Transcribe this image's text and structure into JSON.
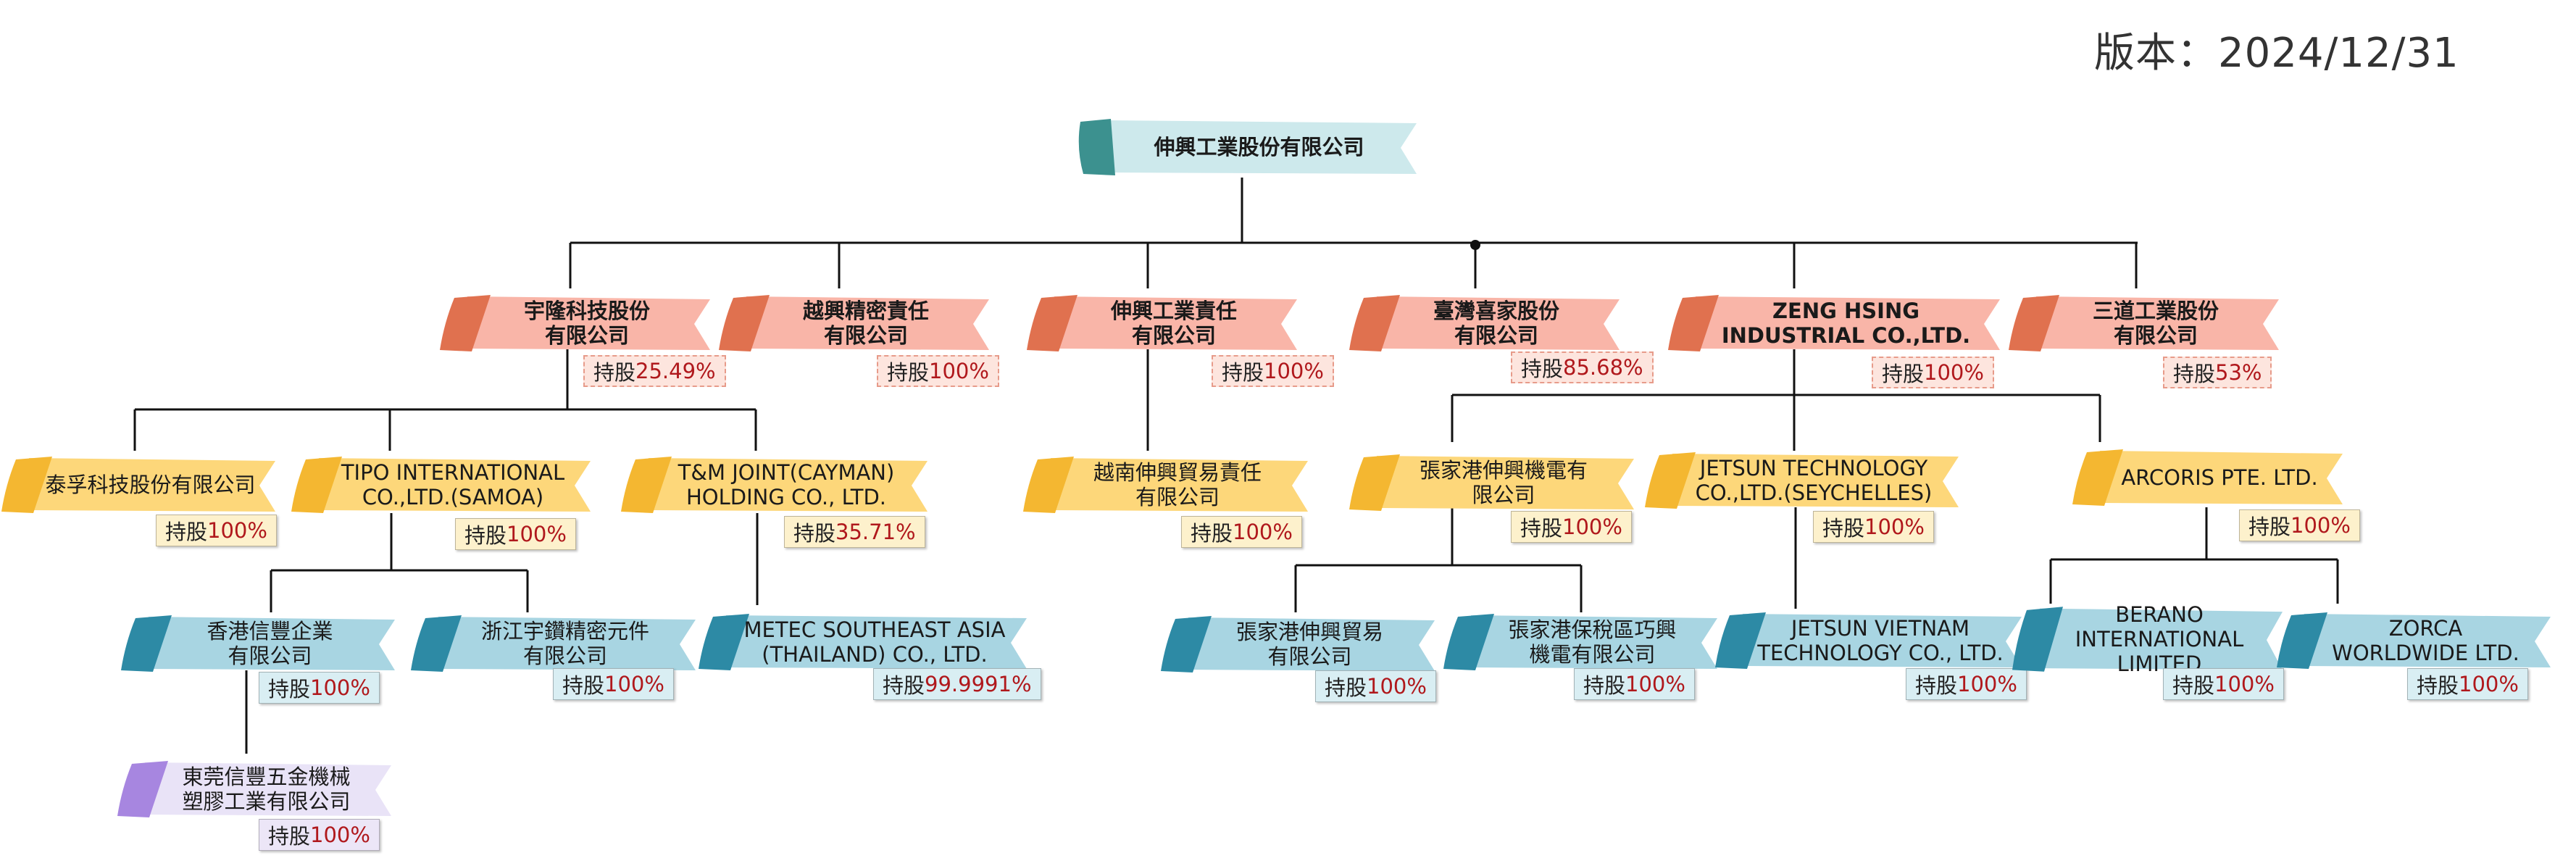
{
  "version_label": "版本：2024/12/31",
  "stake_prefix": "持股",
  "colors": {
    "level1_main": "#cde9ec",
    "level1_accent": "#3c918f",
    "level2_main": "#f9b5a8",
    "level2_accent": "#e0714f",
    "level3_main": "#fdd77a",
    "level3_accent": "#f4b731",
    "level4_main": "#a8d5e2",
    "level4_accent": "#2d8aa5",
    "level5_main": "#e9e3f7",
    "level5_accent": "#a786e0"
  },
  "root": {
    "name": "伸興工業股份有限公司"
  },
  "subsidiaries_level2": [
    {
      "name": "宇隆科技股份\n有限公司",
      "stake": "25.49%"
    },
    {
      "name": "越興精密責任\n有限公司",
      "stake": "100%"
    },
    {
      "name": "伸興工業責任\n有限公司",
      "stake": "100%"
    },
    {
      "name": "臺灣喜家股份\n有限公司",
      "stake": "85.68%"
    },
    {
      "name": "ZENG HSING\nINDUSTRIAL CO.,LTD.",
      "stake": "100%"
    },
    {
      "name": "三道工業股份\n有限公司",
      "stake": "53%"
    }
  ],
  "subsidiaries_level3": [
    {
      "name": "泰孚科技股份有限公司",
      "stake": "100%"
    },
    {
      "name": "TIPO INTERNATIONAL\nCO.,LTD.(SAMOA)",
      "stake": "100%"
    },
    {
      "name": "T&M JOINT(CAYMAN)\nHOLDING CO., LTD.",
      "stake": "35.71%"
    },
    {
      "name": "越南伸興貿易責任\n有限公司",
      "stake": "100%"
    },
    {
      "name": "張家港伸興機電有\n限公司",
      "stake": "100%"
    },
    {
      "name": "JETSUN TECHNOLOGY\nCO.,LTD.(SEYCHELLES)",
      "stake": "100%"
    },
    {
      "name": "ARCORIS PTE. LTD.",
      "stake": "100%"
    }
  ],
  "subsidiaries_level4": [
    {
      "name": "香港信豐企業\n有限公司",
      "stake": "100%"
    },
    {
      "name": "浙江宇鑽精密元件\n有限公司",
      "stake": "100%"
    },
    {
      "name": "METEC SOUTHEAST ASIA\n(THAILAND) CO., LTD.",
      "stake": "99.9991%"
    },
    {
      "name": "張家港伸興貿易\n有限公司",
      "stake": "100%"
    },
    {
      "name": "張家港保稅區巧興\n機電有限公司",
      "stake": "100%"
    },
    {
      "name": "JETSUN VIETNAM\nTECHNOLOGY CO., LTD.",
      "stake": "100%"
    },
    {
      "name": "BERANO\nINTERNATIONAL\nLIMITED",
      "stake": "100%"
    },
    {
      "name": "ZORCA\nWORLDWIDE LTD.",
      "stake": "100%"
    }
  ],
  "subsidiaries_level5": [
    {
      "name": "東莞信豐五金機械\n塑膠工業有限公司",
      "stake": "100%"
    }
  ]
}
